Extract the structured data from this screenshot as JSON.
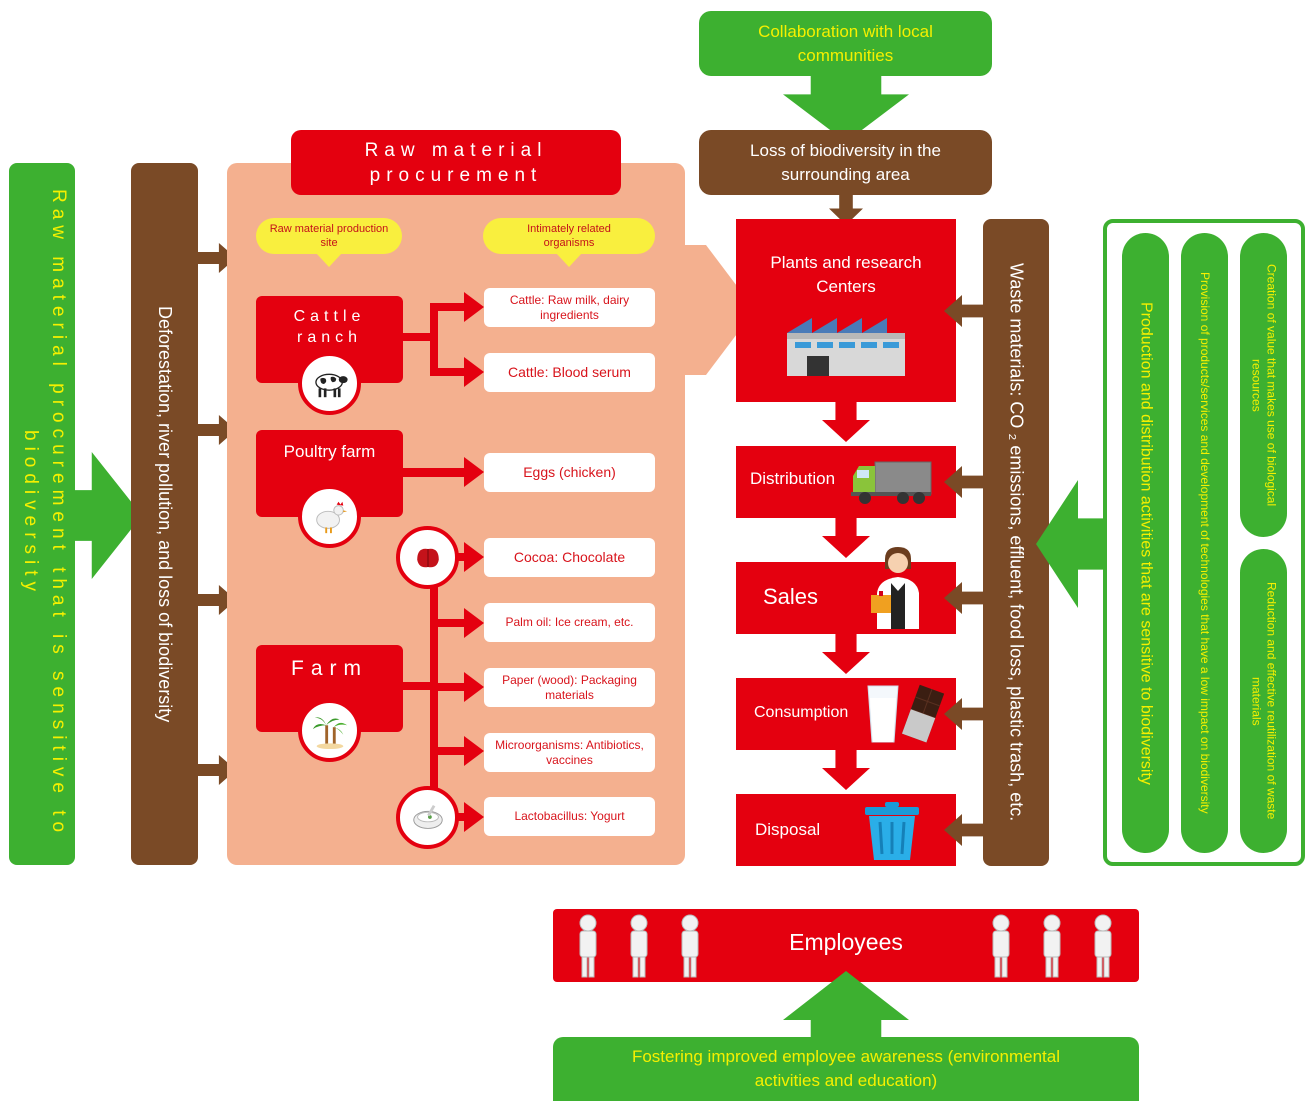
{
  "left_panel": {
    "text": "Raw material procurement that is sensitive to biodiversity"
  },
  "impact_bar": {
    "text": "Deforestation, river pollution, and loss of biodiversity"
  },
  "procurement": {
    "title": "Raw material procurement",
    "production_site_label": "Raw material production site",
    "organisms_label": "Intimately related organisms",
    "sites": {
      "cattle": "Cattle ranch",
      "poultry": "Poultry farm",
      "farm": "Farm"
    },
    "organisms": {
      "cattle_milk": "Cattle: Raw milk, dairy ingredients",
      "cattle_serum": "Cattle: Blood serum",
      "eggs": "Eggs (chicken)",
      "cocoa": "Cocoa: Chocolate",
      "palm": "Palm oil: Ice cream, etc.",
      "paper": "Paper (wood): Packaging materials",
      "micro": "Microorganisms: Antibiotics, vaccines",
      "lacto": "Lactobacillus: Yogurt"
    }
  },
  "top": {
    "collaboration": "Collaboration with local communities",
    "loss": "Loss of biodiversity in the surrounding area"
  },
  "chain": {
    "plants": "Plants and research Centers",
    "distribution": "Distribution",
    "sales": "Sales",
    "consumption": "Consumption",
    "disposal": "Disposal"
  },
  "waste_bar": {
    "text": "Waste materials: CO ₂ emissions, effluent, food loss, plastic trash, etc."
  },
  "right_panel": {
    "production": "Production and distribution activities that are sensitive to biodiversity",
    "provision": "Provision of products/services and development of technologies that have a low impact on biodiversity",
    "creation": "Creation of value that makes use of biological resources",
    "reduction": "Reduction and effective reutilization of waste materials"
  },
  "employees": {
    "label": "Employees"
  },
  "fostering": {
    "text": "Fostering improved employee awareness (environmental activities and education)"
  },
  "icons": [
    "cow-icon",
    "chicken-icon",
    "palm-tree-icon",
    "cocoa-pod-icon",
    "yogurt-icon",
    "factory-icon",
    "truck-icon",
    "salesperson-icon",
    "milk-chocolate-icon",
    "trash-bin-icon",
    "worker-icon"
  ],
  "colors": {
    "green": "#3db030",
    "yellow_text": "#f5f000",
    "brown": "#7a4a26",
    "red": "#e4000f",
    "salmon": "#f4b08f"
  }
}
